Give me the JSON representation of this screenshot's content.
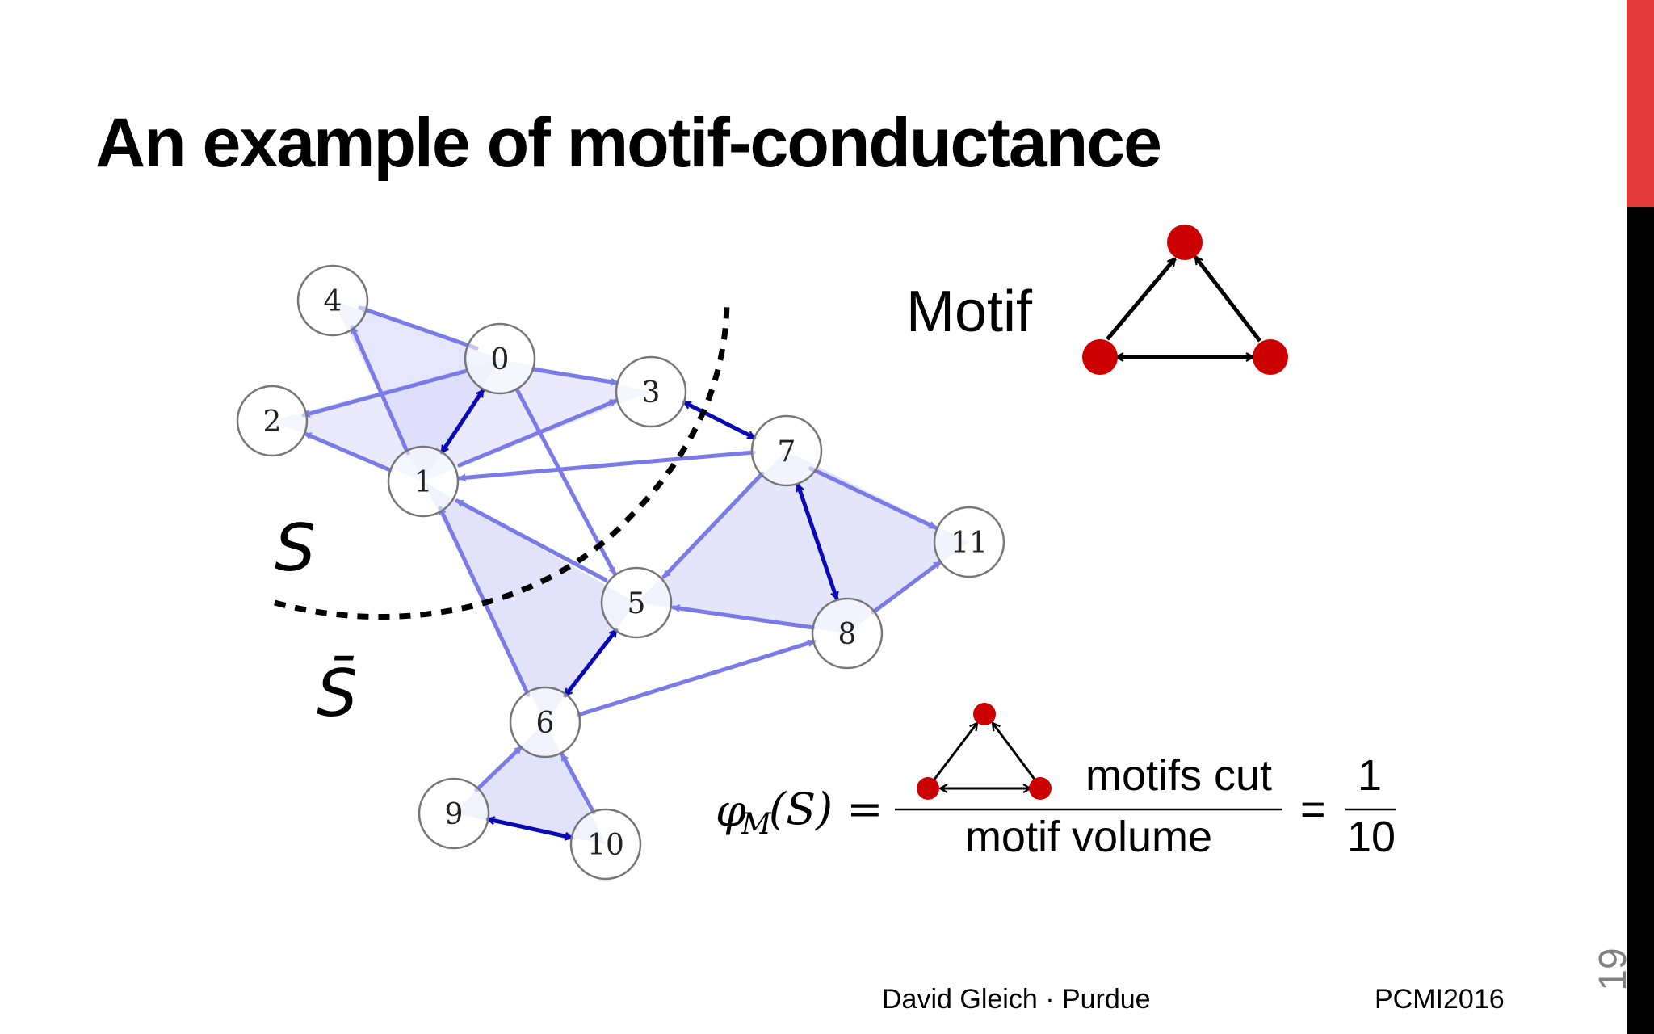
{
  "slide": {
    "title": "An example of motif-conductance",
    "page_number": "19",
    "footer_author": "David Gleich · Purdue",
    "footer_conference": "PCMI2016"
  },
  "graph": {
    "nodes": [
      "0",
      "1",
      "2",
      "3",
      "4",
      "5",
      "6",
      "7",
      "8",
      "9",
      "10",
      "11"
    ],
    "set_label": "S",
    "complement_label": "S̄"
  },
  "motif": {
    "label": "Motif"
  },
  "formula": {
    "lhs_phi": "φ",
    "lhs_subscript": "M",
    "lhs_arg": "(S) =",
    "numerator": "motifs cut",
    "denominator": "motif volume",
    "equals": "=",
    "result_numerator": "1",
    "result_denominator": "10"
  },
  "colors": {
    "accent_red": "#e23a3a",
    "edge_light": "#7b7be8",
    "edge_dark": "#0a0ab4",
    "triangle_fill": "#d8d8fa",
    "motif_node": "#cc0000"
  }
}
